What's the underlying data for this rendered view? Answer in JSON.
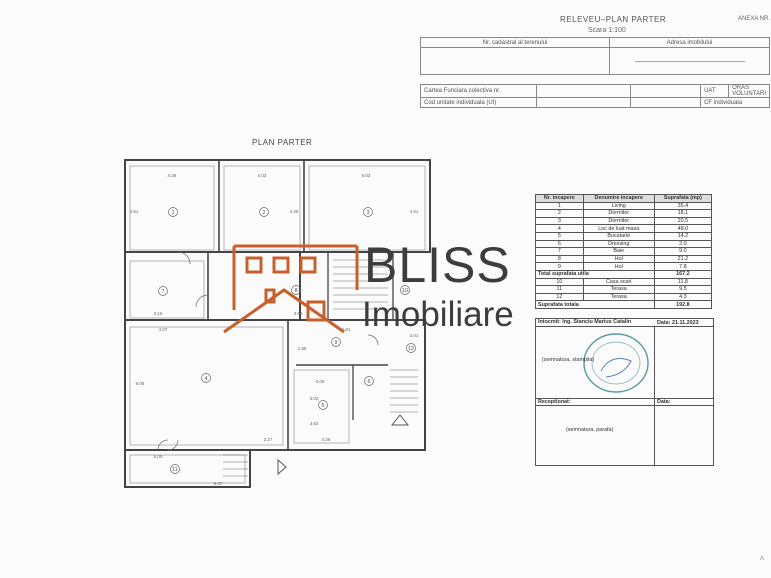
{
  "header": {
    "title": "RELEVEU–PLAN PARTER",
    "scale": "Scara 1:100",
    "annex": "ANEXA NR.",
    "cadastral_label": "Nr. cadastral al terenului",
    "address_label": "Adresa imobilului",
    "cf_label": "Cartea Funciara colectiva nr.",
    "uat_label": "UAT",
    "uat_value": "ORAS VOLUNTARI",
    "unit_code_label": "Cod unitate individuala (UI)",
    "cf_ind_label": "CF individuala"
  },
  "plan": {
    "title": "PLAN PARTER",
    "room_numbers": [
      "1",
      "2",
      "3",
      "4",
      "5",
      "6",
      "7",
      "8",
      "9",
      "10",
      "11",
      "12"
    ],
    "dimensions": [
      "4.36",
      "4.03",
      "5.03",
      "4.51",
      "4.40",
      "4.51",
      "3.16",
      "4.07",
      "3.82",
      "4.81",
      "6.05",
      "3.00",
      "3.82",
      "4.29",
      "3.01",
      "6.47",
      "5.00",
      "2.27",
      "1.80",
      "3.02"
    ]
  },
  "rooms_table": {
    "headers": [
      "Nr. incapere",
      "Denumire incapere",
      "Suprafata (mp)"
    ],
    "rows": [
      [
        "1",
        "Living",
        "35.4"
      ],
      [
        "2",
        "Dormitor",
        "18.1"
      ],
      [
        "3",
        "Dormitor",
        "20.5"
      ],
      [
        "4",
        "Loc de luat masa",
        "48.0"
      ],
      [
        "5",
        "Bucatarie",
        "14.2"
      ],
      [
        "6",
        "Dressing",
        "2.0"
      ],
      [
        "7",
        "Baie",
        "9.0"
      ],
      [
        "8",
        "Hol",
        "21.2"
      ],
      [
        "9",
        "Hol",
        "7.8"
      ]
    ],
    "total_util_label": "Total suprafata utila",
    "total_util_value": "167.2",
    "extra_rows": [
      [
        "10",
        "Casa scari",
        "11.8"
      ],
      [
        "11",
        "Terasa",
        "9.5"
      ],
      [
        "12",
        "Terasa",
        "4.3"
      ]
    ],
    "total_label": "Suprafata totala",
    "total_value": "192.8",
    "author": "Intocmit: Ing. Stanciu Marius Catalin",
    "date": "Data: 21.11.2023",
    "sign_seal": "(semnatura, stampila)",
    "receptionat_label": "Receptionat:",
    "data_label": "Data:",
    "sign_bottom": "(semnatura, parafa)"
  },
  "brand": {
    "line1": "BLISS",
    "line2": "Imobiliare",
    "accent_color": "#c8602c",
    "text_color": "#3d3d3d"
  },
  "footer_mark": "A"
}
